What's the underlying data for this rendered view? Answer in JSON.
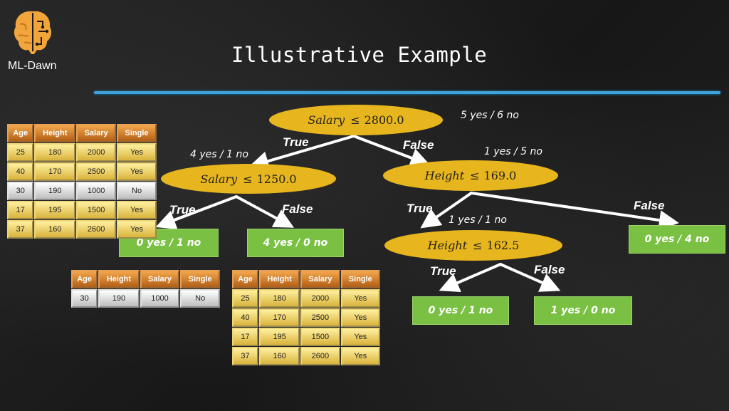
{
  "logo_text": "ML-Dawn",
  "title": "Illustrative Example",
  "colors": {
    "node_fill": "#e7b51d",
    "leaf_fill": "#7ac043",
    "rule": "#3fa3d8",
    "header_cell": "#d98a33",
    "data_cell": "#e8c652",
    "highlight_cell": "#d9d9d9"
  },
  "nodes": {
    "root": {
      "feature": "Salary",
      "op": "≤",
      "value": "2800.0",
      "count": "5 yes / 6 no"
    },
    "left": {
      "feature": "Salary",
      "op": "≤",
      "value": "1250.0",
      "count": "4 yes / 1 no"
    },
    "right": {
      "feature": "Height",
      "op": "≤",
      "value": "169.0",
      "count": "1 yes / 5 no"
    },
    "right_left": {
      "feature": "Height",
      "op": "≤",
      "value": "162.5",
      "count": "1 yes / 1 no"
    }
  },
  "edges": {
    "root_true": "True",
    "root_false": "False",
    "left_true": "True",
    "left_false": "False",
    "right_true": "True",
    "right_false": "False",
    "rl_true": "True",
    "rl_false": "False"
  },
  "leaves": {
    "left_true": "0 yes / 1 no",
    "left_false": "4 yes / 0 no",
    "right_false": "0 yes / 4 no",
    "rl_true": "0 yes / 1 no",
    "rl_false": "1 yes / 0 no"
  },
  "tables": {
    "main": {
      "headers": [
        "Age",
        "Height",
        "Salary",
        "Single"
      ],
      "rows": [
        [
          "25",
          "180",
          "2000",
          "Yes"
        ],
        [
          "40",
          "170",
          "2500",
          "Yes"
        ],
        [
          "30",
          "190",
          "1000",
          "No"
        ],
        [
          "17",
          "195",
          "1500",
          "Yes"
        ],
        [
          "37",
          "160",
          "2600",
          "Yes"
        ]
      ],
      "highlight_row": 2
    },
    "left_true": {
      "headers": [
        "Age",
        "Height",
        "Salary",
        "Single"
      ],
      "rows": [
        [
          "30",
          "190",
          "1000",
          "No"
        ]
      ],
      "highlight_row": 0
    },
    "left_false": {
      "headers": [
        "Age",
        "Height",
        "Salary",
        "Single"
      ],
      "rows": [
        [
          "25",
          "180",
          "2000",
          "Yes"
        ],
        [
          "40",
          "170",
          "2500",
          "Yes"
        ],
        [
          "17",
          "195",
          "1500",
          "Yes"
        ],
        [
          "37",
          "160",
          "2600",
          "Yes"
        ]
      ],
      "highlight_row": -1
    }
  }
}
